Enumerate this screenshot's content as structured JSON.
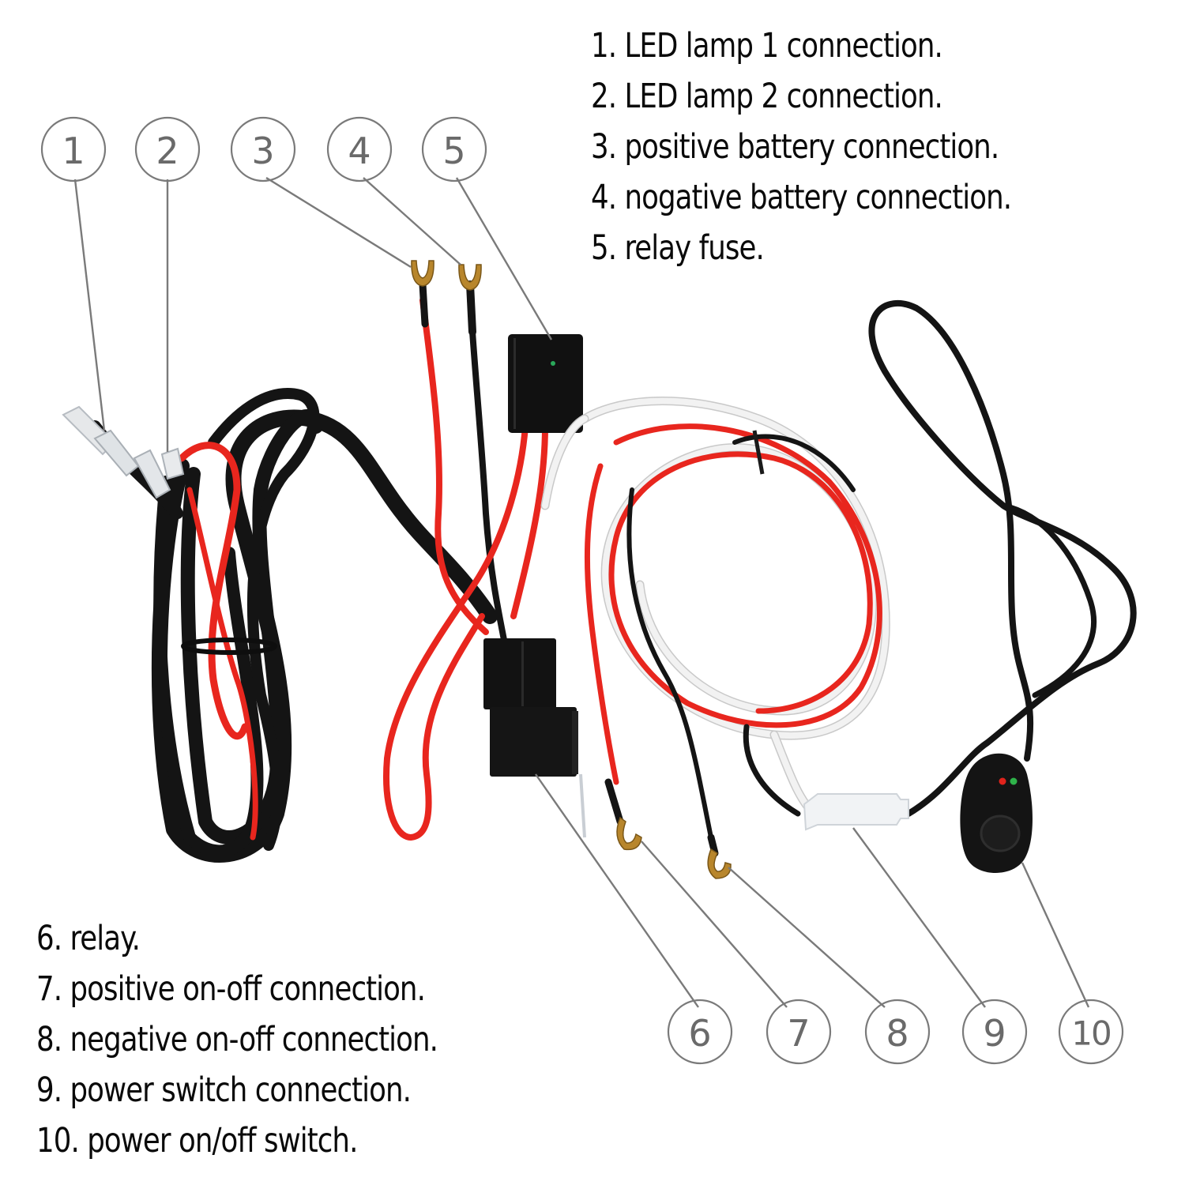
{
  "legend": {
    "top": [
      {
        "num": "1",
        "text": "1. LED lamp 1 connection."
      },
      {
        "num": "2",
        "text": "2. LED lamp 2 connection."
      },
      {
        "num": "3",
        "text": "3. positive battery connection."
      },
      {
        "num": "4",
        "text": "4. nogative battery connection."
      },
      {
        "num": "5",
        "text": "5. relay fuse."
      }
    ],
    "bottom": [
      {
        "num": "6",
        "text": "6. relay."
      },
      {
        "num": "7",
        "text": "7. positive on-off connection."
      },
      {
        "num": "8",
        "text": "8. negative on-off connection."
      },
      {
        "num": "9",
        "text": "9. power switch connection."
      },
      {
        "num": "10",
        "text": "10. power on/off switch."
      }
    ]
  },
  "callouts": [
    {
      "label": "1",
      "target": "LED lamp 1 connector"
    },
    {
      "label": "2",
      "target": "LED lamp 2 connector"
    },
    {
      "label": "3",
      "target": "positive battery ring terminal"
    },
    {
      "label": "4",
      "target": "negative battery ring terminal"
    },
    {
      "label": "5",
      "target": "relay fuse holder"
    },
    {
      "label": "6",
      "target": "relay"
    },
    {
      "label": "7",
      "target": "positive on-off terminal"
    },
    {
      "label": "8",
      "target": "negative on-off terminal"
    },
    {
      "label": "9",
      "target": "power switch connector"
    },
    {
      "label": "10",
      "target": "power on/off switch"
    }
  ],
  "colors": {
    "wire_red": "#e8261e",
    "wire_black": "#141414",
    "wire_white": "#f2f2f2",
    "terminal_gold": "#b8862c",
    "led_red": "#e0231c",
    "led_green": "#2fb34a",
    "callout_gray": "#7a7a7a"
  }
}
